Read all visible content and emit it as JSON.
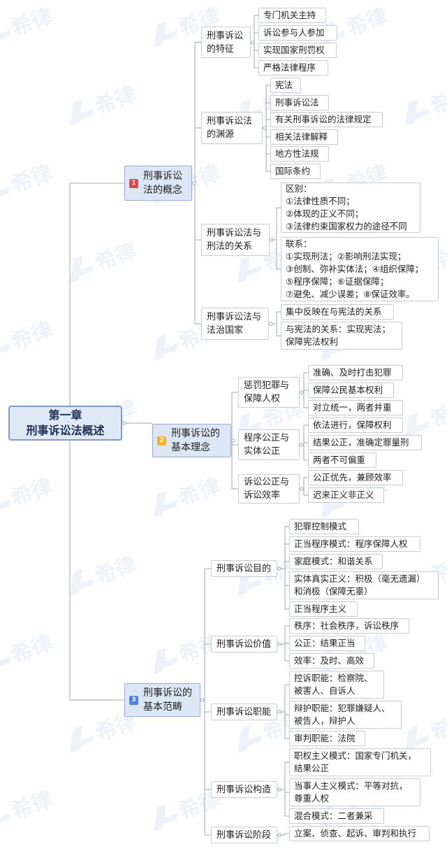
{
  "watermark": "希律",
  "colors": {
    "badge_1": "#e2474c",
    "badge_2": "#f0b326",
    "badge_3": "#4a86e8",
    "line": "#9ca7b6"
  },
  "root": {
    "label": "第一章\n刑事诉讼法概述"
  },
  "sections": [
    {
      "badge": "1",
      "label": "刑事诉讼\n法的概念",
      "children": [
        {
          "label": "刑事诉讼\n的特征",
          "items": [
            "专门机关主持",
            "诉讼参与人参加",
            "实现国家刑罚权",
            "严格法律程序"
          ]
        },
        {
          "label": "刑事诉讼法\n的渊源",
          "items": [
            "宪法",
            "刑事诉讼法",
            "有关刑事诉讼的法律规定",
            "相关法律解释",
            "地方性法规",
            "国际条约"
          ]
        },
        {
          "label": "刑事诉讼法与\n刑法的关系",
          "items": [
            "区别：\n①法律性质不同；\n②体现的正义不同；\n③法律约束国家权力的途径不同",
            "联系：\n①实现刑法；②影响刑法实现；\n③创制、弥补实体法；④组织保障；\n⑤程序保障；⑥证据保障；\n⑦避免、减少误差；⑧保证效率。"
          ]
        },
        {
          "label": "刑事诉讼法与\n法治国家",
          "items": [
            "集中反映在与宪法的关系",
            "与宪法的关系：实现宪法；\n保障宪法权利"
          ]
        }
      ]
    },
    {
      "badge": "2",
      "label": "刑事诉讼的\n基本理念",
      "children": [
        {
          "label": "惩罚犯罪与\n保障人权",
          "items": [
            "准确、及时打击犯罪",
            "保障公民基本权利",
            "对立统一，两者并重"
          ]
        },
        {
          "label": "程序公正与\n实体公正",
          "items": [
            "依法进行，保障权利",
            "结果公正，准确定罪量刑",
            "两者不可偏重"
          ]
        },
        {
          "label": "诉讼公正与\n诉讼效率",
          "items": [
            "公正优先，兼顾效率",
            "迟来正义非正义"
          ]
        }
      ]
    },
    {
      "badge": "3",
      "label": "刑事诉讼的\n基本范畴",
      "children": [
        {
          "label": "刑事诉讼目的",
          "items": [
            "犯罪控制模式",
            "正当程序模式：程序保障人权",
            "家庭模式：和谐关系",
            "实体真实正义：积极（毫无遗漏）\n和消极（保障无辜）",
            "正当程序主义"
          ]
        },
        {
          "label": "刑事诉讼价值",
          "items": [
            "秩序：社会秩序，诉讼秩序",
            "公正：结果正当",
            "效率：及时、高效"
          ]
        },
        {
          "label": "刑事诉讼职能",
          "items": [
            "控诉职能：检察院、\n被害人、自诉人",
            "辩护职能：犯罪嫌疑人、\n被告人，辩护人",
            "审判职能：法院"
          ]
        },
        {
          "label": "刑事诉讼构造",
          "items": [
            "职权主义模式：国家专门机关，\n结果公正",
            "当事人主义模式：平等对抗，\n尊重人权",
            "混合模式：二者兼采"
          ]
        },
        {
          "label": "刑事诉讼阶段",
          "items": [
            "立案、侦查、起诉、审判和执行"
          ]
        }
      ]
    }
  ]
}
